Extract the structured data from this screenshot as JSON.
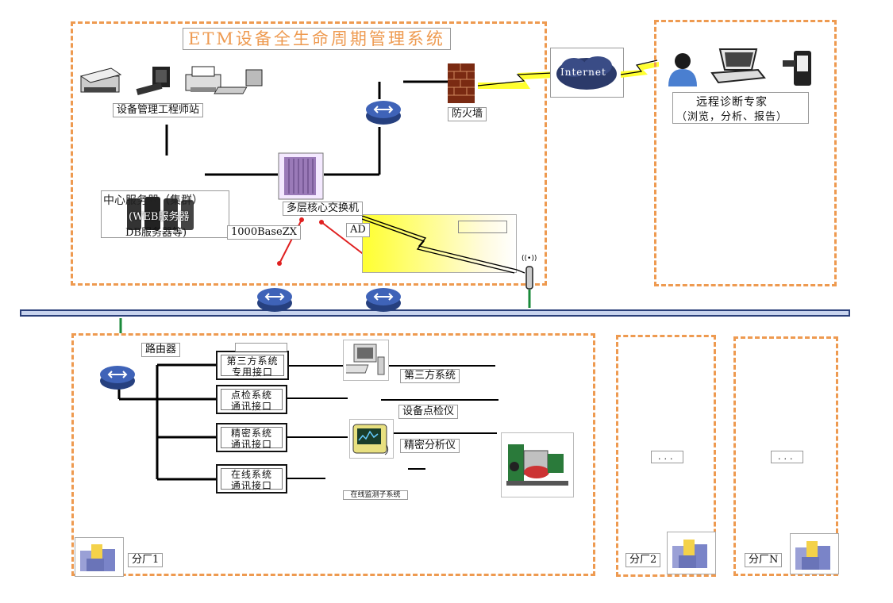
{
  "title": "ETM设备全生命周期管理系统",
  "hq": {
    "engineer_station": "设备管理工程师站",
    "firewall": "防火墙",
    "core_switch": "多层核心交换机",
    "central_server_line1": "中心服务器（集群）",
    "central_server_line2": "(WEB服务器",
    "central_server_line3": "DB服务器等)",
    "link_1000": "1000BaseZX",
    "ad_label": "AD"
  },
  "internet": {
    "label": "Internet"
  },
  "remote": {
    "title": "远程诊断专家",
    "subtitle": "（浏览，分析、报告）"
  },
  "branch1": {
    "router_label": "路由器",
    "third_party_if": [
      "第三方系统",
      "专用接口"
    ],
    "inspection_if": [
      "点检系统",
      "通讯接口"
    ],
    "precision_if": [
      "精密系统",
      "通讯接口"
    ],
    "online_if": [
      "在线系统",
      "通讯接口"
    ],
    "third_party_system": "第三方系统",
    "inspection_device": "设备点检仪",
    "precision_device": "精密分析仪",
    "online_subsystem": "在线监测子系统",
    "name": "分厂1"
  },
  "branch2": {
    "name": "分厂2",
    "dots": "..."
  },
  "branchN": {
    "name": "分厂N",
    "dots": "..."
  },
  "colors": {
    "dash": "#ee9a50",
    "bus": "#2a3f7a",
    "router": "#3b5aa8",
    "red_link": "#e02020",
    "yellow": "#ffff30"
  }
}
